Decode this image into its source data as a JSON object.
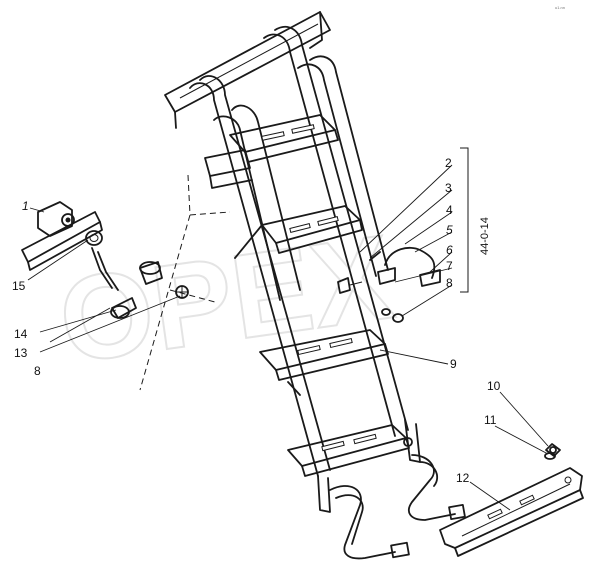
{
  "watermark": "OPEX",
  "corner_note": "u1.nn",
  "group_ref": "44-0-14",
  "labels": {
    "l1": "1",
    "l2": "2",
    "l3": "3",
    "l4": "4",
    "l5": "5",
    "l6": "6",
    "l7": "7",
    "l8a": "8",
    "l8b": "8",
    "l9": "9",
    "l10": "10",
    "l11": "11",
    "l12": "12",
    "l13": "13",
    "l14": "14",
    "l15": "15"
  }
}
